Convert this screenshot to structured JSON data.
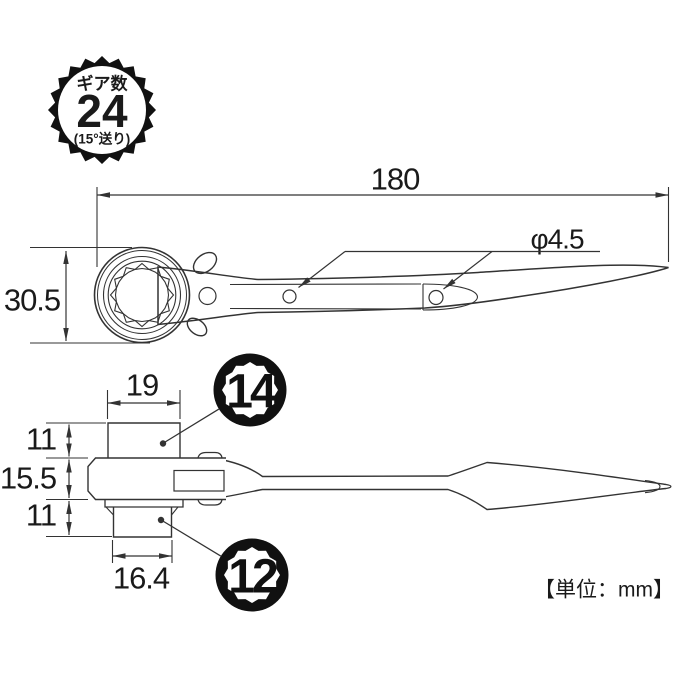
{
  "badge_gear": {
    "label_top": "ギア数",
    "value": "24",
    "label_bottom": "(15°送り)"
  },
  "top_view": {
    "dim_length": "180",
    "dim_height": "30.5",
    "dim_hole": "φ4.5"
  },
  "bottom_view": {
    "dim_top_width": "19",
    "dim_top_height": "11",
    "dim_body_height": "15.5",
    "dim_bottom_height": "11",
    "dim_bottom_width": "16.4",
    "socket_large": "14",
    "socket_small": "12"
  },
  "footer": {
    "unit_label": "【単位：mm】"
  },
  "colors": {
    "line": "#333333",
    "text": "#1a1a1a",
    "badge_bg": "#111111",
    "background": "#ffffff"
  }
}
